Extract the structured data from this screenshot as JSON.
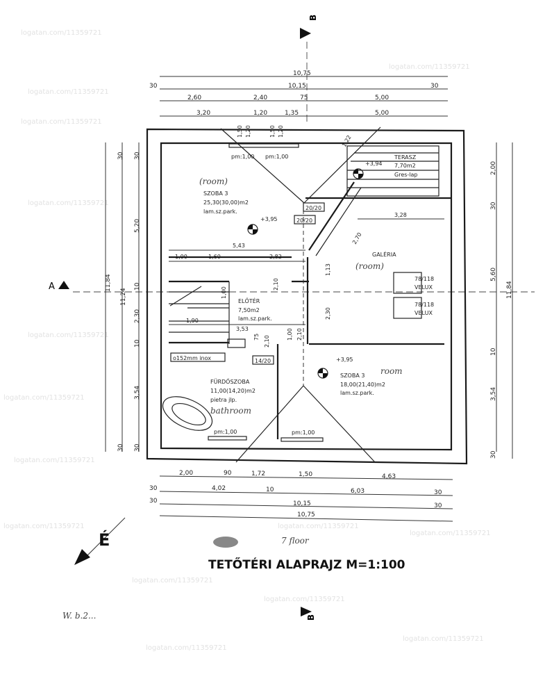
{
  "title": "TETŐTÉRI ALAPRAJZ M=1:100",
  "handwritten": {
    "floor": "7 floor",
    "room1": "(room)",
    "room2": "(room)",
    "room3": "room",
    "bathroom": "bathroom",
    "scribble": "W. b.2..."
  },
  "north_label": "É",
  "section_markers": {
    "top": "B",
    "bottom": "B",
    "left": "A"
  },
  "watermark": "logatan.com/11359721",
  "rooms": [
    {
      "name": "SZOBA 3",
      "area": "25,30(30,00)m2",
      "floor": "lam.sz.park.",
      "level": "+3,95"
    },
    {
      "name": "TERASZ",
      "area": "7,70m2",
      "floor": "Gres-lap",
      "level": "+3,94"
    },
    {
      "name": "GALÉRIA"
    },
    {
      "name": "ELŐTÉR",
      "area": "7,50m2",
      "floor": "lam.sz.park."
    },
    {
      "name": "FÜRDŐSZOBA",
      "area": "11,00(14,20)m2",
      "floor": "pietra jlp."
    },
    {
      "name": "SZOBA 3",
      "area": "18,00(21,40)m2",
      "floor": "lam.sz.park.",
      "level": "+3,95"
    }
  ],
  "labels": {
    "pm1": "pm:1,00",
    "pm2": "pm:1,00",
    "pm3": "pm:1,00",
    "pm4": "pm:1,00",
    "col1": "20/20",
    "col2": "20/20",
    "chimney": "14/20",
    "vent": "o152mm inox",
    "velux1": "78/118",
    "velux1b": "VELUX",
    "velux2": "78/118",
    "velux2b": "VELUX"
  },
  "dimensions": {
    "top": {
      "row1": "10,75",
      "row2": [
        "30",
        "10,15",
        "30"
      ],
      "row3": [
        "2,60",
        "2,40",
        "75",
        "5,00"
      ],
      "row4": [
        "3,20",
        "1,20",
        "1,35",
        "5,00"
      ]
    },
    "bottom": {
      "row1": [
        "2,00",
        "90",
        "1,72",
        "1,50",
        "4,63"
      ],
      "row2": [
        "30",
        "4,02",
        "10",
        "6,03",
        "30"
      ],
      "row3": [
        "30",
        "10,15",
        "30"
      ],
      "row4": "10,75"
    },
    "left": [
      "30",
      "30",
      "5,20",
      "10",
      "11,84",
      "11,24",
      "2,30",
      "10",
      "3,54",
      "30",
      "30"
    ],
    "right": [
      "2,00",
      "30",
      "5,60",
      "11,84",
      "10",
      "3,54",
      "30"
    ],
    "inner": [
      "5,43",
      "1,00",
      "1,60",
      "2,82",
      "3,28",
      "2,70",
      "1,13",
      "2,30",
      "1,90",
      "3,53",
      "1,00",
      "2,10",
      "1,00",
      "2,10",
      "75",
      "2,10",
      "1,22",
      "1,50",
      "1,20",
      "1,50",
      "1,20"
    ]
  }
}
